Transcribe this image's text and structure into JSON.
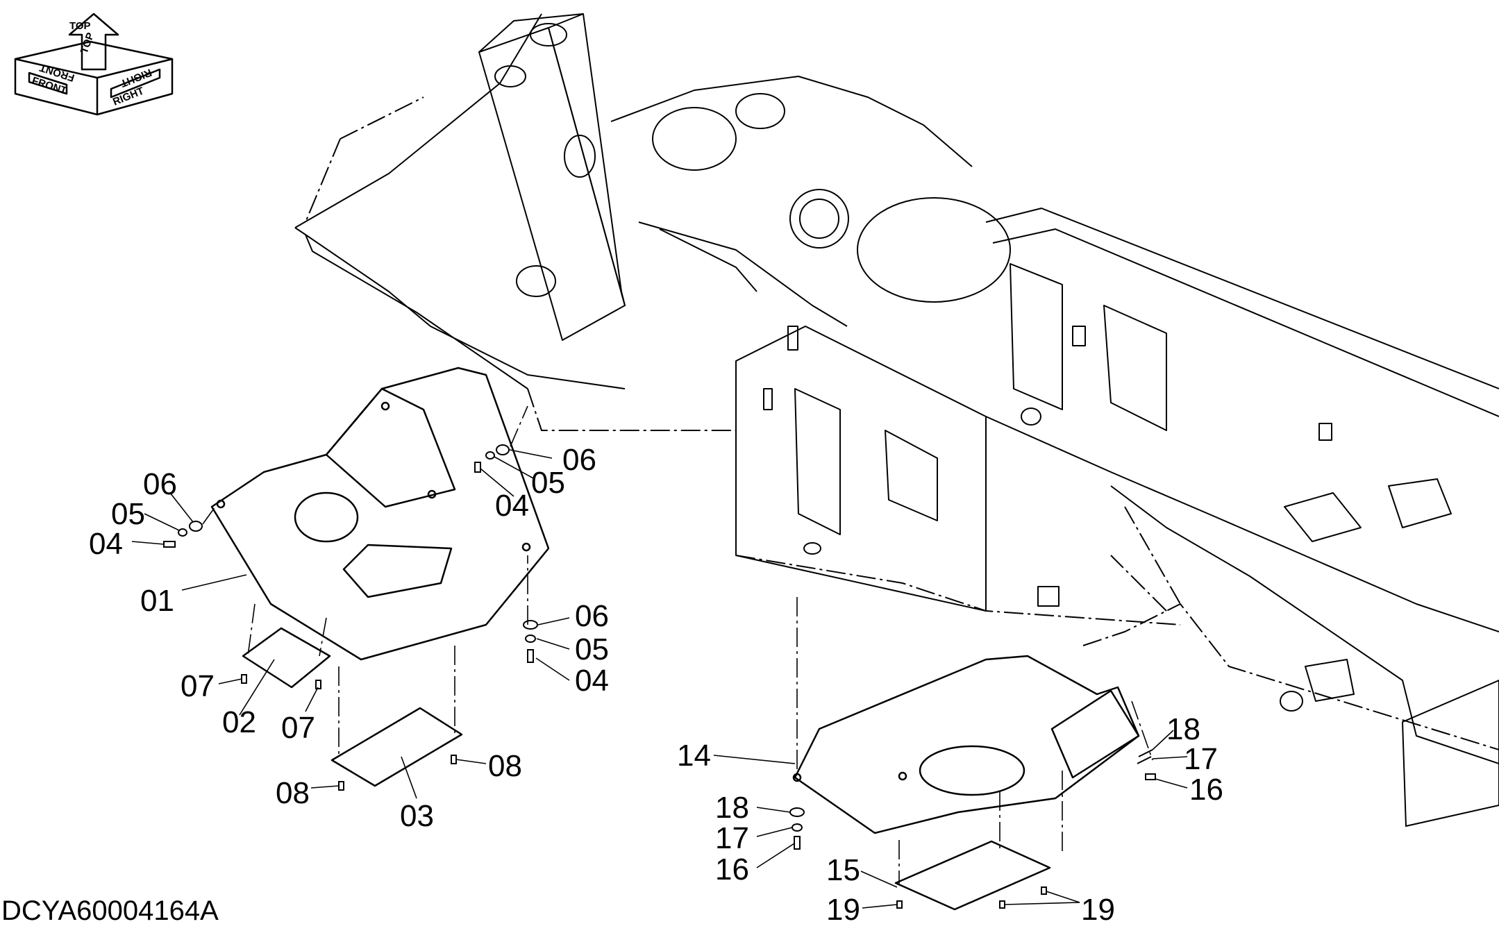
{
  "document_code": "DCYA60004164A",
  "orientation_labels": {
    "top": "TOP",
    "top_mirrored": "TOP",
    "front": "FRONT",
    "front_mirrored": "FRONT",
    "right": "RIGHT",
    "right_mirrored": "RIGHT"
  },
  "colors": {
    "line": "#000000",
    "background": "#ffffff"
  },
  "callouts": {
    "p01": "01",
    "p02": "02",
    "p03": "03",
    "p04_a": "04",
    "p04_b": "04",
    "p04_c": "04",
    "p05_a": "05",
    "p05_b": "05",
    "p05_c": "05",
    "p06_a": "06",
    "p06_b": "06",
    "p06_c": "06",
    "p07_a": "07",
    "p07_b": "07",
    "p08_a": "08",
    "p08_b": "08",
    "p14": "14",
    "p15": "15",
    "p16_a": "16",
    "p16_b": "16",
    "p17_a": "17",
    "p17_b": "17",
    "p18_a": "18",
    "p18_b": "18",
    "p19_a": "19",
    "p19_b": "19"
  }
}
